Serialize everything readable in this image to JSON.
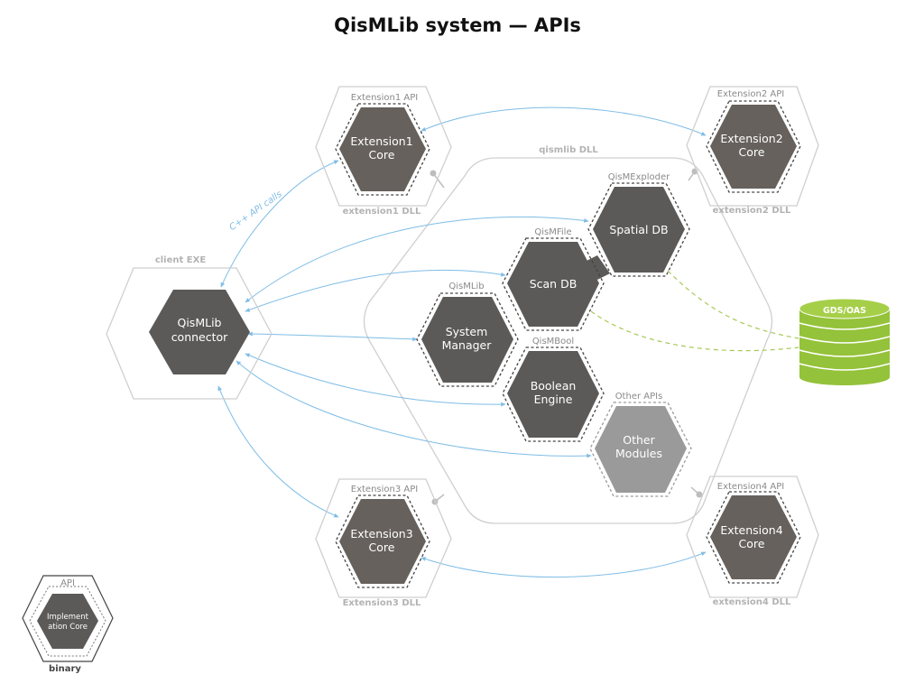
{
  "title": "QisMLib system — APIs",
  "colors": {
    "core": "#5c5a58",
    "core_ext": "#66615c",
    "core_other": "#9a9a9a",
    "binary_outline": "#cfcfcf",
    "api_outline": "#444444",
    "arrow": "#7fbde6",
    "dashed_link": "#9fc54a",
    "database": "#94c23a"
  },
  "client": {
    "dll_label": "client EXE",
    "core_lines": [
      "QisMLib",
      "connector"
    ]
  },
  "qismlib_dll": {
    "dll_label": "qismlib DLL"
  },
  "extensions": [
    {
      "api_label": "Extension1 API",
      "core_lines": [
        "Extension1",
        "Core"
      ],
      "dll_label": "extension1 DLL"
    },
    {
      "api_label": "Extension2 API",
      "core_lines": [
        "Extension2",
        "Core"
      ],
      "dll_label": "extension2 DLL"
    },
    {
      "api_label": "Extension3 API",
      "core_lines": [
        "Extension3",
        "Core"
      ],
      "dll_label": "Extension3 DLL"
    },
    {
      "api_label": "Extension4 API",
      "core_lines": [
        "Extension4",
        "Core"
      ],
      "dll_label": "extension4 DLL"
    }
  ],
  "modules": [
    {
      "api_label": "QisMExploder",
      "core_lines": [
        "Spatial DB"
      ]
    },
    {
      "api_label": "QisMFile",
      "core_lines": [
        "Scan DB"
      ]
    },
    {
      "api_label": "QisMLib",
      "core_lines": [
        "System",
        "Manager"
      ]
    },
    {
      "api_label": "QisMBool",
      "core_lines": [
        "Boolean",
        "Engine"
      ]
    },
    {
      "api_label": "Other APIs",
      "core_lines": [
        "Other",
        "Modules"
      ]
    }
  ],
  "arrow_label": "C++ API calls",
  "database_label": "GDS/OAS",
  "legend": {
    "api_label": "API",
    "core_lines": [
      "Implement",
      "ation Core"
    ],
    "binary_label": "binary"
  }
}
